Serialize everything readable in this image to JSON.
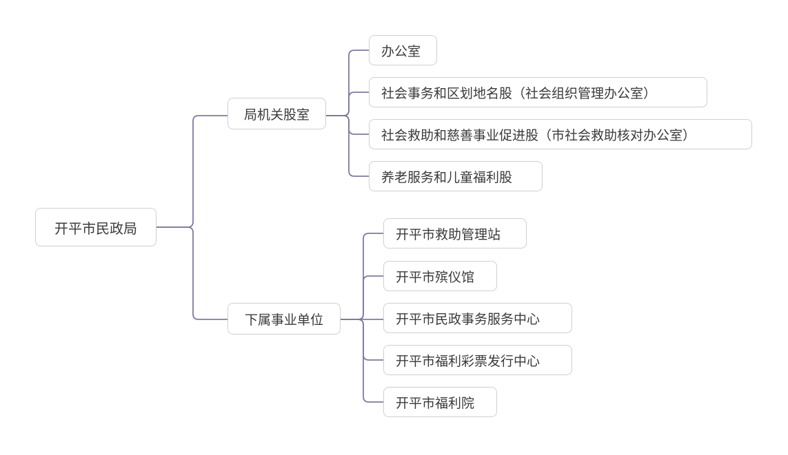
{
  "root": {
    "label": "开平市民政局"
  },
  "branches": [
    {
      "label": "局机关股室",
      "children": [
        "办公室",
        "社会事务和区划地名股（社会组织管理办公室）",
        "社会救助和慈善事业促进股（市社会救助核对办公室）",
        "养老服务和儿童福利股"
      ]
    },
    {
      "label": "下属事业单位",
      "children": [
        "开平市救助管理站",
        "开平市殡仪馆",
        "开平市民政事务服务中心",
        "开平市福利彩票发行中心",
        "开平市福利院"
      ]
    }
  ],
  "colors": {
    "connector": "#7d7a9e",
    "node_border": "#cfcfd6",
    "text": "#3a3a3a"
  }
}
